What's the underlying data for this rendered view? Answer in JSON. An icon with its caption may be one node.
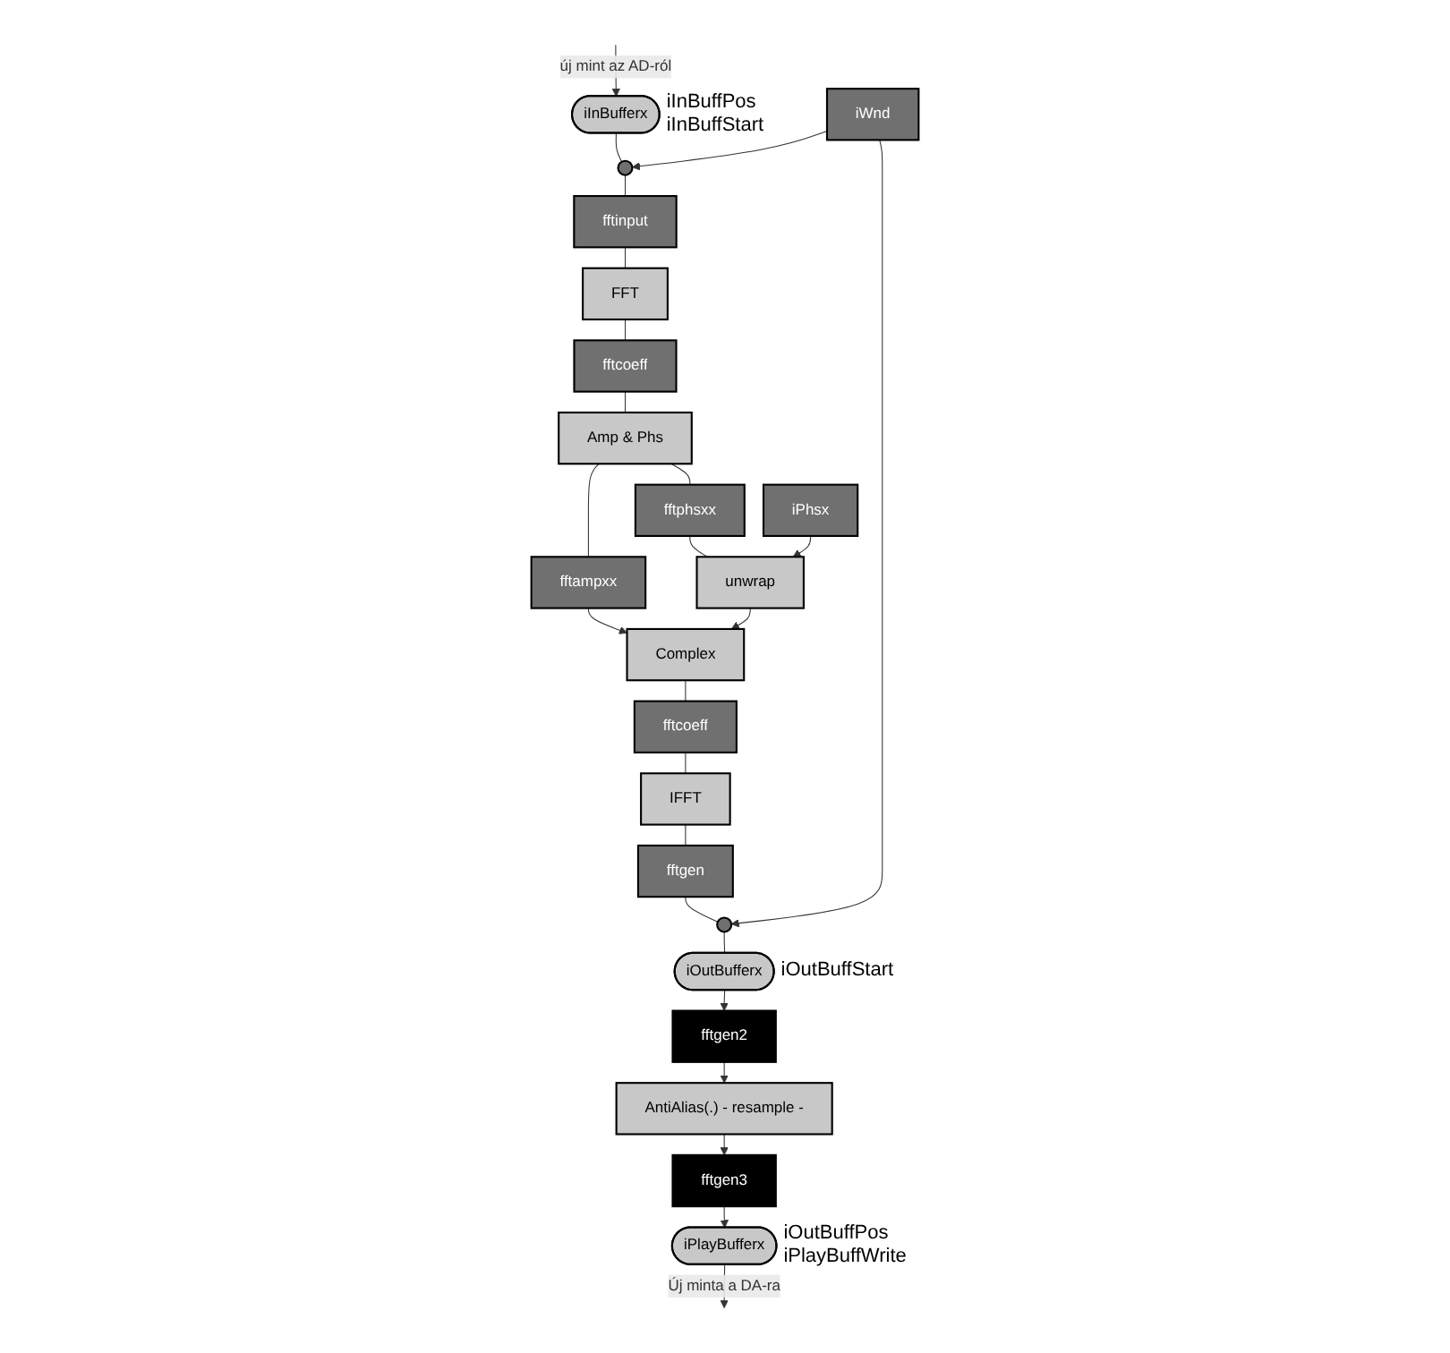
{
  "diagram": {
    "nodes": [
      {
        "text": [
          "iInBufferx"
        ],
        "beside": [
          "iInBuffPos",
          "iInBuffStart"
        ]
      },
      {
        "text": [
          "iPlayBufferx"
        ],
        "beside": [
          "iOutBuffPos",
          "iPlayBuffWrite"
        ]
      },
      {
        "text": [],
        "shape": "circle"
      },
      {
        "text": [
          "iWnd"
        ]
      },
      {
        "text": [
          "fftinput"
        ]
      },
      {
        "text": [
          "FFT"
        ]
      },
      {
        "text": [
          "fftcoeff"
        ]
      },
      {
        "text": [
          "Amp & Phs"
        ]
      },
      {
        "text": [
          "fftampxx"
        ]
      },
      {
        "text": [
          "fftphsxx"
        ]
      },
      {
        "text": [
          "unwrap"
        ]
      },
      {
        "text": [
          "iPhsx"
        ]
      },
      {
        "text": [
          "Complex"
        ]
      },
      {
        "text": [
          "fftcoeff"
        ]
      },
      {
        "text": [
          "IFFT"
        ]
      },
      {
        "text": [
          "fftgen"
        ]
      },
      {
        "text": [],
        "shape": "circle"
      },
      {
        "text": [
          "iOutBufferx"
        ],
        "beside": [
          "iOutBuffStart"
        ]
      },
      {
        "text": [
          "fftgen2"
        ]
      },
      {
        "text": [
          "AntiAlias(.) - resample -"
        ]
      },
      {
        "text": [
          "fftgen3"
        ]
      }
    ],
    "edges": [
      {
        "from": null,
        "to": 0,
        "arrow": "to",
        "label": "új mint az AD-ról"
      },
      {
        "from": 1,
        "to": null,
        "arrow": "to",
        "label": "Új minta a DA-ra"
      },
      {
        "from": 0,
        "to": 2,
        "arrow": "none"
      },
      {
        "from": 3,
        "to": 2,
        "arrow": "to"
      },
      {
        "from": 2,
        "to": 4,
        "arrow": "none"
      },
      {
        "from": 4,
        "to": 5,
        "arrow": "none"
      },
      {
        "from": 5,
        "to": 6,
        "arrow": "none"
      },
      {
        "from": 6,
        "to": 7,
        "arrow": "none"
      },
      {
        "from": 7,
        "to": 8,
        "arrow": "none"
      },
      {
        "from": 7,
        "to": 9,
        "arrow": "none"
      },
      {
        "from": 9,
        "to": 10,
        "arrow": "none"
      },
      {
        "from": 11,
        "to": 10,
        "arrow": "to"
      },
      {
        "from": 8,
        "to": 12,
        "arrow": "to"
      },
      {
        "from": 10,
        "to": 12,
        "arrow": "to"
      },
      {
        "from": 12,
        "to": 13,
        "arrow": "none"
      },
      {
        "from": 13,
        "to": 14,
        "arrow": "none"
      },
      {
        "from": 14,
        "to": 15,
        "arrow": "none"
      },
      {
        "from": 15,
        "to": 16,
        "arrow": "none"
      },
      {
        "from": 3,
        "to": 16,
        "arrow": "to"
      },
      {
        "from": 16,
        "to": 17,
        "arrow": "none"
      },
      {
        "from": 17,
        "to": 18,
        "arrow": "to"
      },
      {
        "from": 18,
        "to": 19,
        "arrow": "to"
      },
      {
        "from": 19,
        "to": 20,
        "arrow": "to"
      },
      {
        "from": 20,
        "to": 1,
        "arrow": "to"
      }
    ]
  }
}
